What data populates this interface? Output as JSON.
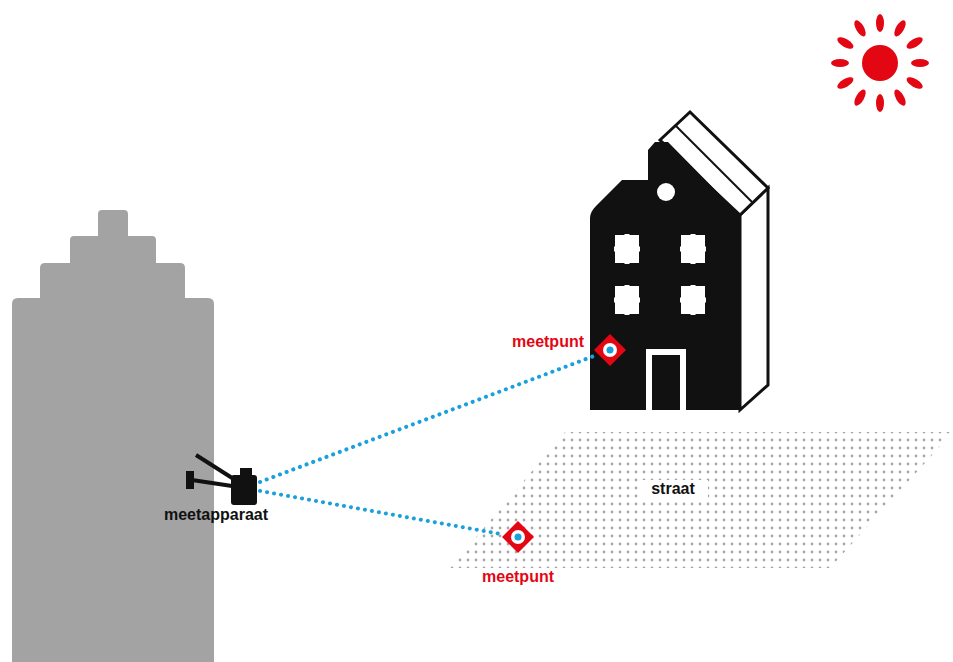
{
  "diagram": {
    "nodes": [
      {
        "text": [
          "meetpunt"
        ]
      },
      {
        "text": [
          "straat"
        ]
      },
      {
        "text": [
          "meetapparaat"
        ]
      },
      {
        "text": [
          "meetpunt"
        ]
      }
    ],
    "edges": [
      {
        "from": 2,
        "to": 0,
        "arrow": "none"
      },
      {
        "from": 2,
        "to": 3,
        "arrow": "none"
      }
    ]
  }
}
